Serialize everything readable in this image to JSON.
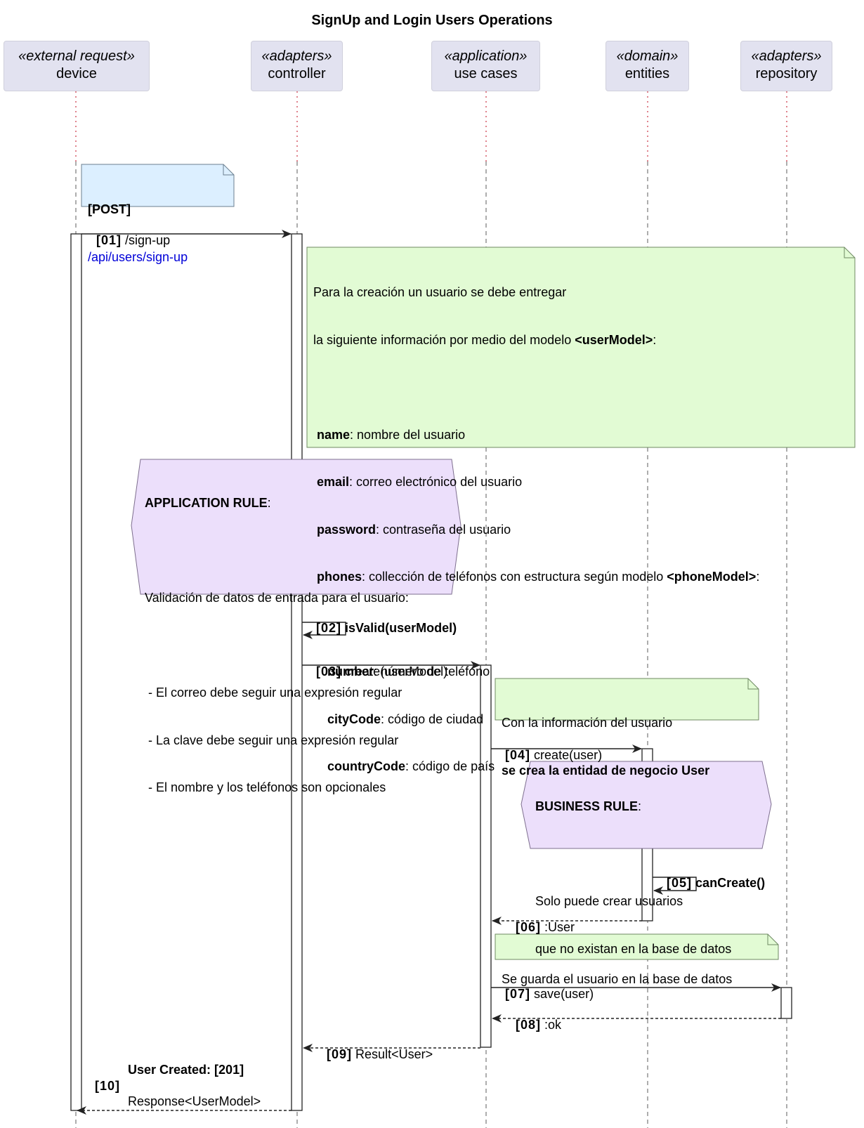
{
  "title": "SignUp and Login Users Operations",
  "participants": [
    {
      "stereotype": "«external request»",
      "name": "device"
    },
    {
      "stereotype": "«adapters»",
      "name": "controller"
    },
    {
      "stereotype": "«application»",
      "name": "use cases"
    },
    {
      "stereotype": "«domain»",
      "name": "entities"
    },
    {
      "stereotype": "«adapters»",
      "name": "repository"
    }
  ],
  "notes": {
    "post": {
      "method": "[POST]",
      "path": "/api/users/sign-up"
    },
    "user_model": {
      "intro_1": "Para la creación un usuario se debe entregar",
      "intro_2_pre": "la siguiente información por medio del modelo ",
      "intro_2_model": "<userModel>",
      "intro_2_post": ":",
      "fields": [
        {
          "key": "name",
          "desc": ": nombre del usuario"
        },
        {
          "key": "email",
          "desc": ": correo electrónico del usuario"
        },
        {
          "key": "password",
          "desc": ": contraseña del usuario"
        }
      ],
      "phones_key": "phones",
      "phones_desc": ": collección de teléfonos con estructura según modelo ",
      "phones_model": "<phoneModel>",
      "phones_post": ":",
      "phone_fields": [
        {
          "key": "number",
          "desc": ": número de teléfono"
        },
        {
          "key": "cityCode",
          "desc": ": código de ciudad"
        },
        {
          "key": "countryCode",
          "desc": ": código de país"
        }
      ]
    },
    "app_rule": {
      "heading": "APPLICATION RULE",
      "heading_post": ":",
      "line_1": "Validación de datos de entrada para el usuario:",
      "items": [
        "- El correo debe seguir una expresión regular",
        "- La clave debe seguir una expresión regular",
        "- El nombre y los teléfonos son opcionales"
      ]
    },
    "create_entity": {
      "line_1": "Con la información del usuario",
      "line_2": "se crea la entidad de negocio User"
    },
    "business_rule": {
      "heading": "BUSINESS RULE",
      "heading_post": ":",
      "line_1": "Solo puede crear usuarios",
      "line_2": "que no existan en la base de datos"
    },
    "save_note": {
      "line_1": "Se guarda el usuario en la base de datos"
    }
  },
  "messages": [
    {
      "num": "[01]",
      "text": "/sign-up"
    },
    {
      "num": "[02]",
      "text": "isValid(userModel)"
    },
    {
      "num": "[03]",
      "text": "create(userModel)"
    },
    {
      "num": "[04]",
      "text": "create(user)"
    },
    {
      "num": "[05]",
      "text": "canCreate()"
    },
    {
      "num": "[06]",
      "text": ":User"
    },
    {
      "num": "[07]",
      "text": "save(user)"
    },
    {
      "num": "[08]",
      "text": ":ok"
    },
    {
      "num": "[09]",
      "text": "Result<User>"
    },
    {
      "num": "[10]",
      "text_1": "User Created: [201]",
      "text_2": "Response<UserModel>"
    }
  ],
  "colors": {
    "participant_fill": "#e2e2f0",
    "note_blue": "#dcefff",
    "note_green": "#e2fbd4",
    "rule_purple": "#ecdffb",
    "link": "#0000d8"
  }
}
